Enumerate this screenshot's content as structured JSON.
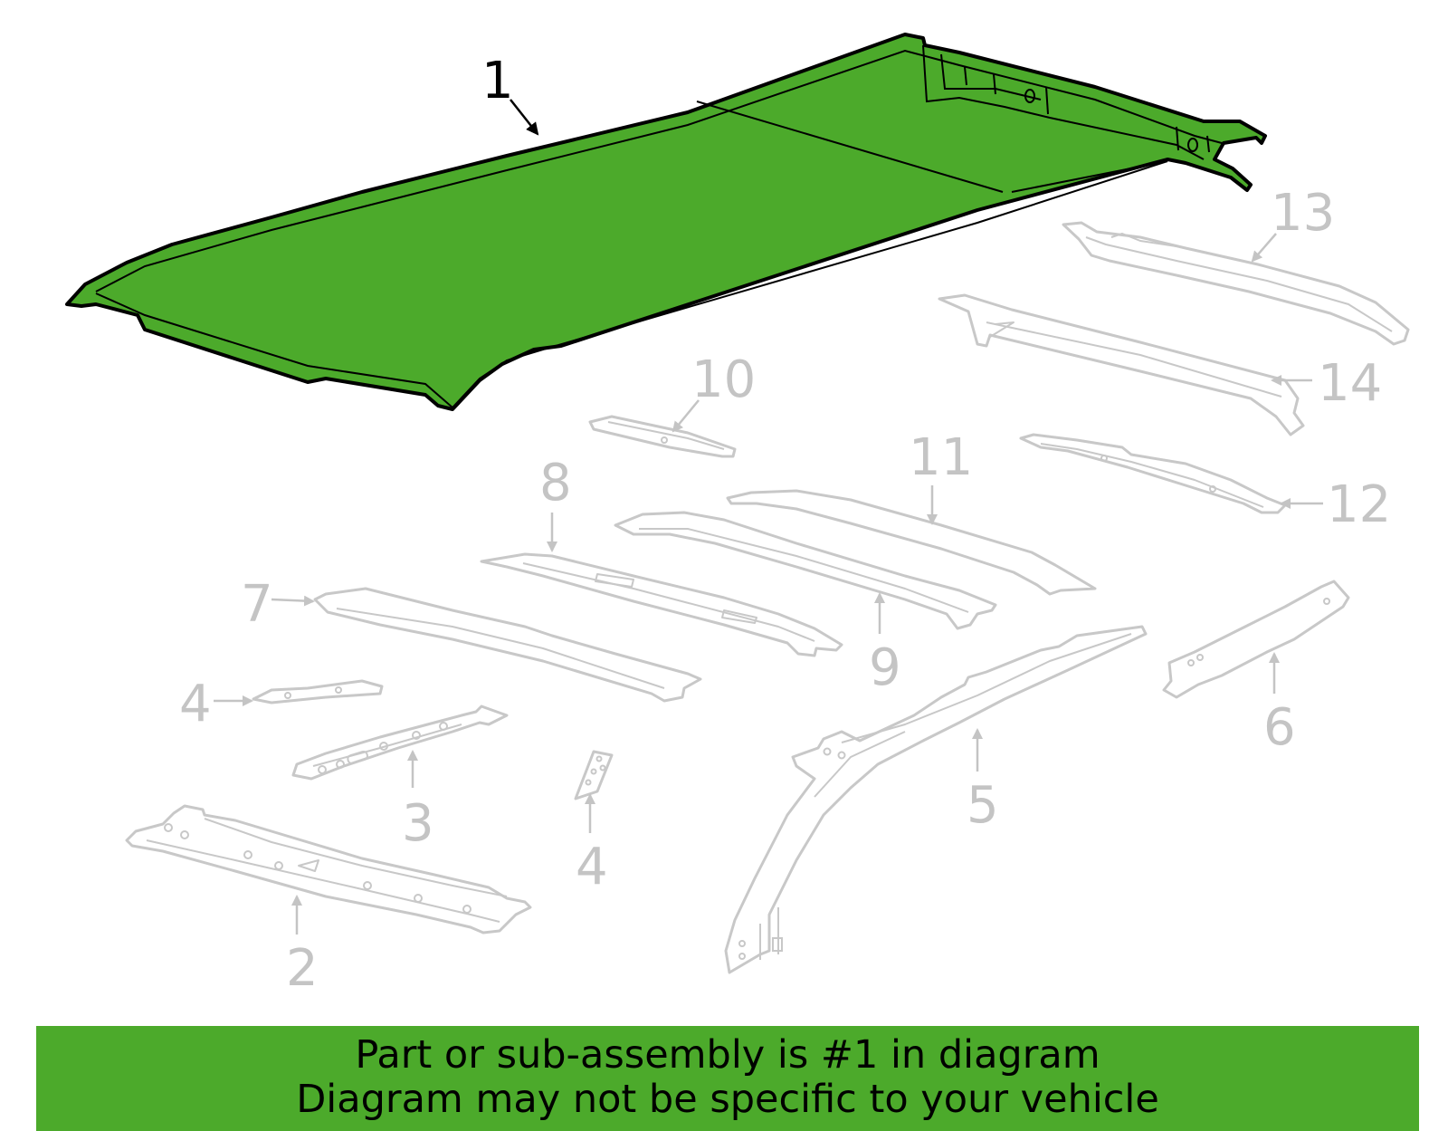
{
  "diagram": {
    "highlight_color": "#4caa2b",
    "part_line_color": "#c8c8c8",
    "highlighted_part": "1",
    "callouts": {
      "c1": "1",
      "c2": "2",
      "c3": "3",
      "c4a": "4",
      "c4b": "4",
      "c5": "5",
      "c6": "6",
      "c7": "7",
      "c8": "8",
      "c9": "9",
      "c10": "10",
      "c11": "11",
      "c12": "12",
      "c13": "13",
      "c14": "14"
    }
  },
  "banner": {
    "line1": "Part or sub-assembly is #1 in diagram",
    "line2": "Diagram may not be specific to your vehicle",
    "background": "#4caa2b"
  }
}
